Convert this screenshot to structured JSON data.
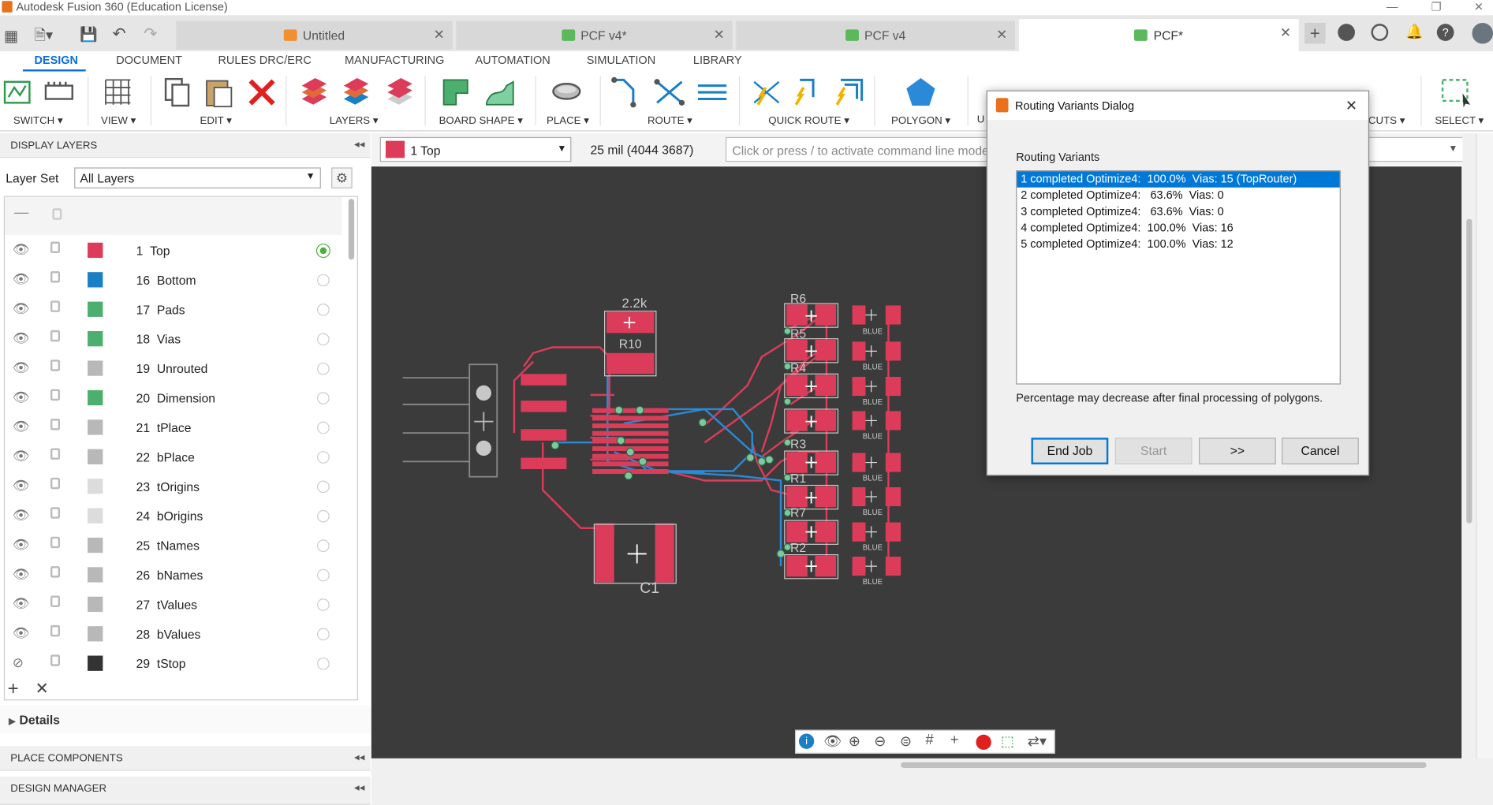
{
  "window": {
    "title": "Autodesk Fusion 360 (Education License)"
  },
  "doc_tabs": [
    {
      "label": "Untitled",
      "active": false
    },
    {
      "label": "PCF v4*",
      "active": false
    },
    {
      "label": "PCF v4",
      "active": false
    },
    {
      "label": "PCF*",
      "active": true
    }
  ],
  "ribbon": {
    "tabs": [
      "DESIGN",
      "DOCUMENT",
      "RULES DRC/ERC",
      "MANUFACTURING",
      "AUTOMATION",
      "SIMULATION",
      "LIBRARY"
    ],
    "groups": [
      "SWITCH ▾",
      "VIEW ▾",
      "EDIT ▾",
      "LAYERS ▾",
      "BOARD SHAPE ▾",
      "PLACE ▾",
      "ROUTE ▾",
      "QUICK ROUTE ▾",
      "POLYGON ▾",
      "U",
      "CUTS ▾",
      "SELECT ▾"
    ]
  },
  "left_panel": {
    "display_layers": "DISPLAY LAYERS",
    "layer_set_label": "Layer Set",
    "layer_set_value": "All Layers",
    "layers": [
      {
        "num": "1",
        "name": "Top",
        "color": "#dc3c5a",
        "active": true,
        "visible": true
      },
      {
        "num": "16",
        "name": "Bottom",
        "color": "#1a7fc4",
        "active": false,
        "visible": true
      },
      {
        "num": "17",
        "name": "Pads",
        "color": "#4caf6e",
        "active": false,
        "visible": true
      },
      {
        "num": "18",
        "name": "Vias",
        "color": "#4caf6e",
        "active": false,
        "visible": true
      },
      {
        "num": "19",
        "name": "Unrouted",
        "color": "#b8b8b8",
        "active": false,
        "visible": true
      },
      {
        "num": "20",
        "name": "Dimension",
        "color": "#4caf6e",
        "active": false,
        "visible": true
      },
      {
        "num": "21",
        "name": "tPlace",
        "color": "#b8b8b8",
        "active": false,
        "visible": true
      },
      {
        "num": "22",
        "name": "bPlace",
        "color": "#b8b8b8",
        "active": false,
        "visible": true
      },
      {
        "num": "23",
        "name": "tOrigins",
        "color": "#dcdcdc",
        "active": false,
        "visible": true
      },
      {
        "num": "24",
        "name": "bOrigins",
        "color": "#dcdcdc",
        "active": false,
        "visible": true
      },
      {
        "num": "25",
        "name": "tNames",
        "color": "#b8b8b8",
        "active": false,
        "visible": true
      },
      {
        "num": "26",
        "name": "bNames",
        "color": "#b8b8b8",
        "active": false,
        "visible": true
      },
      {
        "num": "27",
        "name": "tValues",
        "color": "#b8b8b8",
        "active": false,
        "visible": true
      },
      {
        "num": "28",
        "name": "bValues",
        "color": "#b8b8b8",
        "active": false,
        "visible": true
      },
      {
        "num": "29",
        "name": "tStop",
        "color": "#333333",
        "active": false,
        "visible": false
      }
    ],
    "details": "Details",
    "place_components": "PLACE COMPONENTS",
    "design_manager": "DESIGN MANAGER"
  },
  "canvas_bar": {
    "layer_value": "1 Top",
    "coords": "25 mil (4044 3687)",
    "command_placeholder": "Click or press / to activate command line mode"
  },
  "pcb": {
    "labels": [
      "2.2k",
      "R10",
      "C1",
      "R6",
      "R5",
      "R4",
      "R3",
      "R1",
      "R7",
      "R2"
    ],
    "led_labels": [
      "BLUE",
      "BLUE",
      "BLUE",
      "BLUE",
      "BLUE",
      "BLUE",
      "BLUE",
      "BLUE"
    ]
  },
  "dialog": {
    "title": "Routing Variants Dialog",
    "section": "Routing Variants",
    "variants": [
      "1 completed Optimize4:  100.0%  Vias: 15 (TopRouter)",
      "2 completed Optimize4:   63.6%  Vias: 0",
      "3 completed Optimize4:   63.6%  Vias: 0",
      "4 completed Optimize4:  100.0%  Vias: 16",
      "5 completed Optimize4:  100.0%  Vias: 12"
    ],
    "selected_index": 0,
    "note": "Percentage may decrease after final processing of polygons.",
    "buttons": {
      "end_job": "End Job",
      "start": "Start",
      "next": ">>",
      "cancel": "Cancel"
    }
  },
  "colors": {
    "accent": "#0b6ed8",
    "selection": "#0078d7",
    "copper_top": "#dc3c5a",
    "copper_bottom": "#1a7fc4",
    "canvas": "#3b3b3b"
  }
}
